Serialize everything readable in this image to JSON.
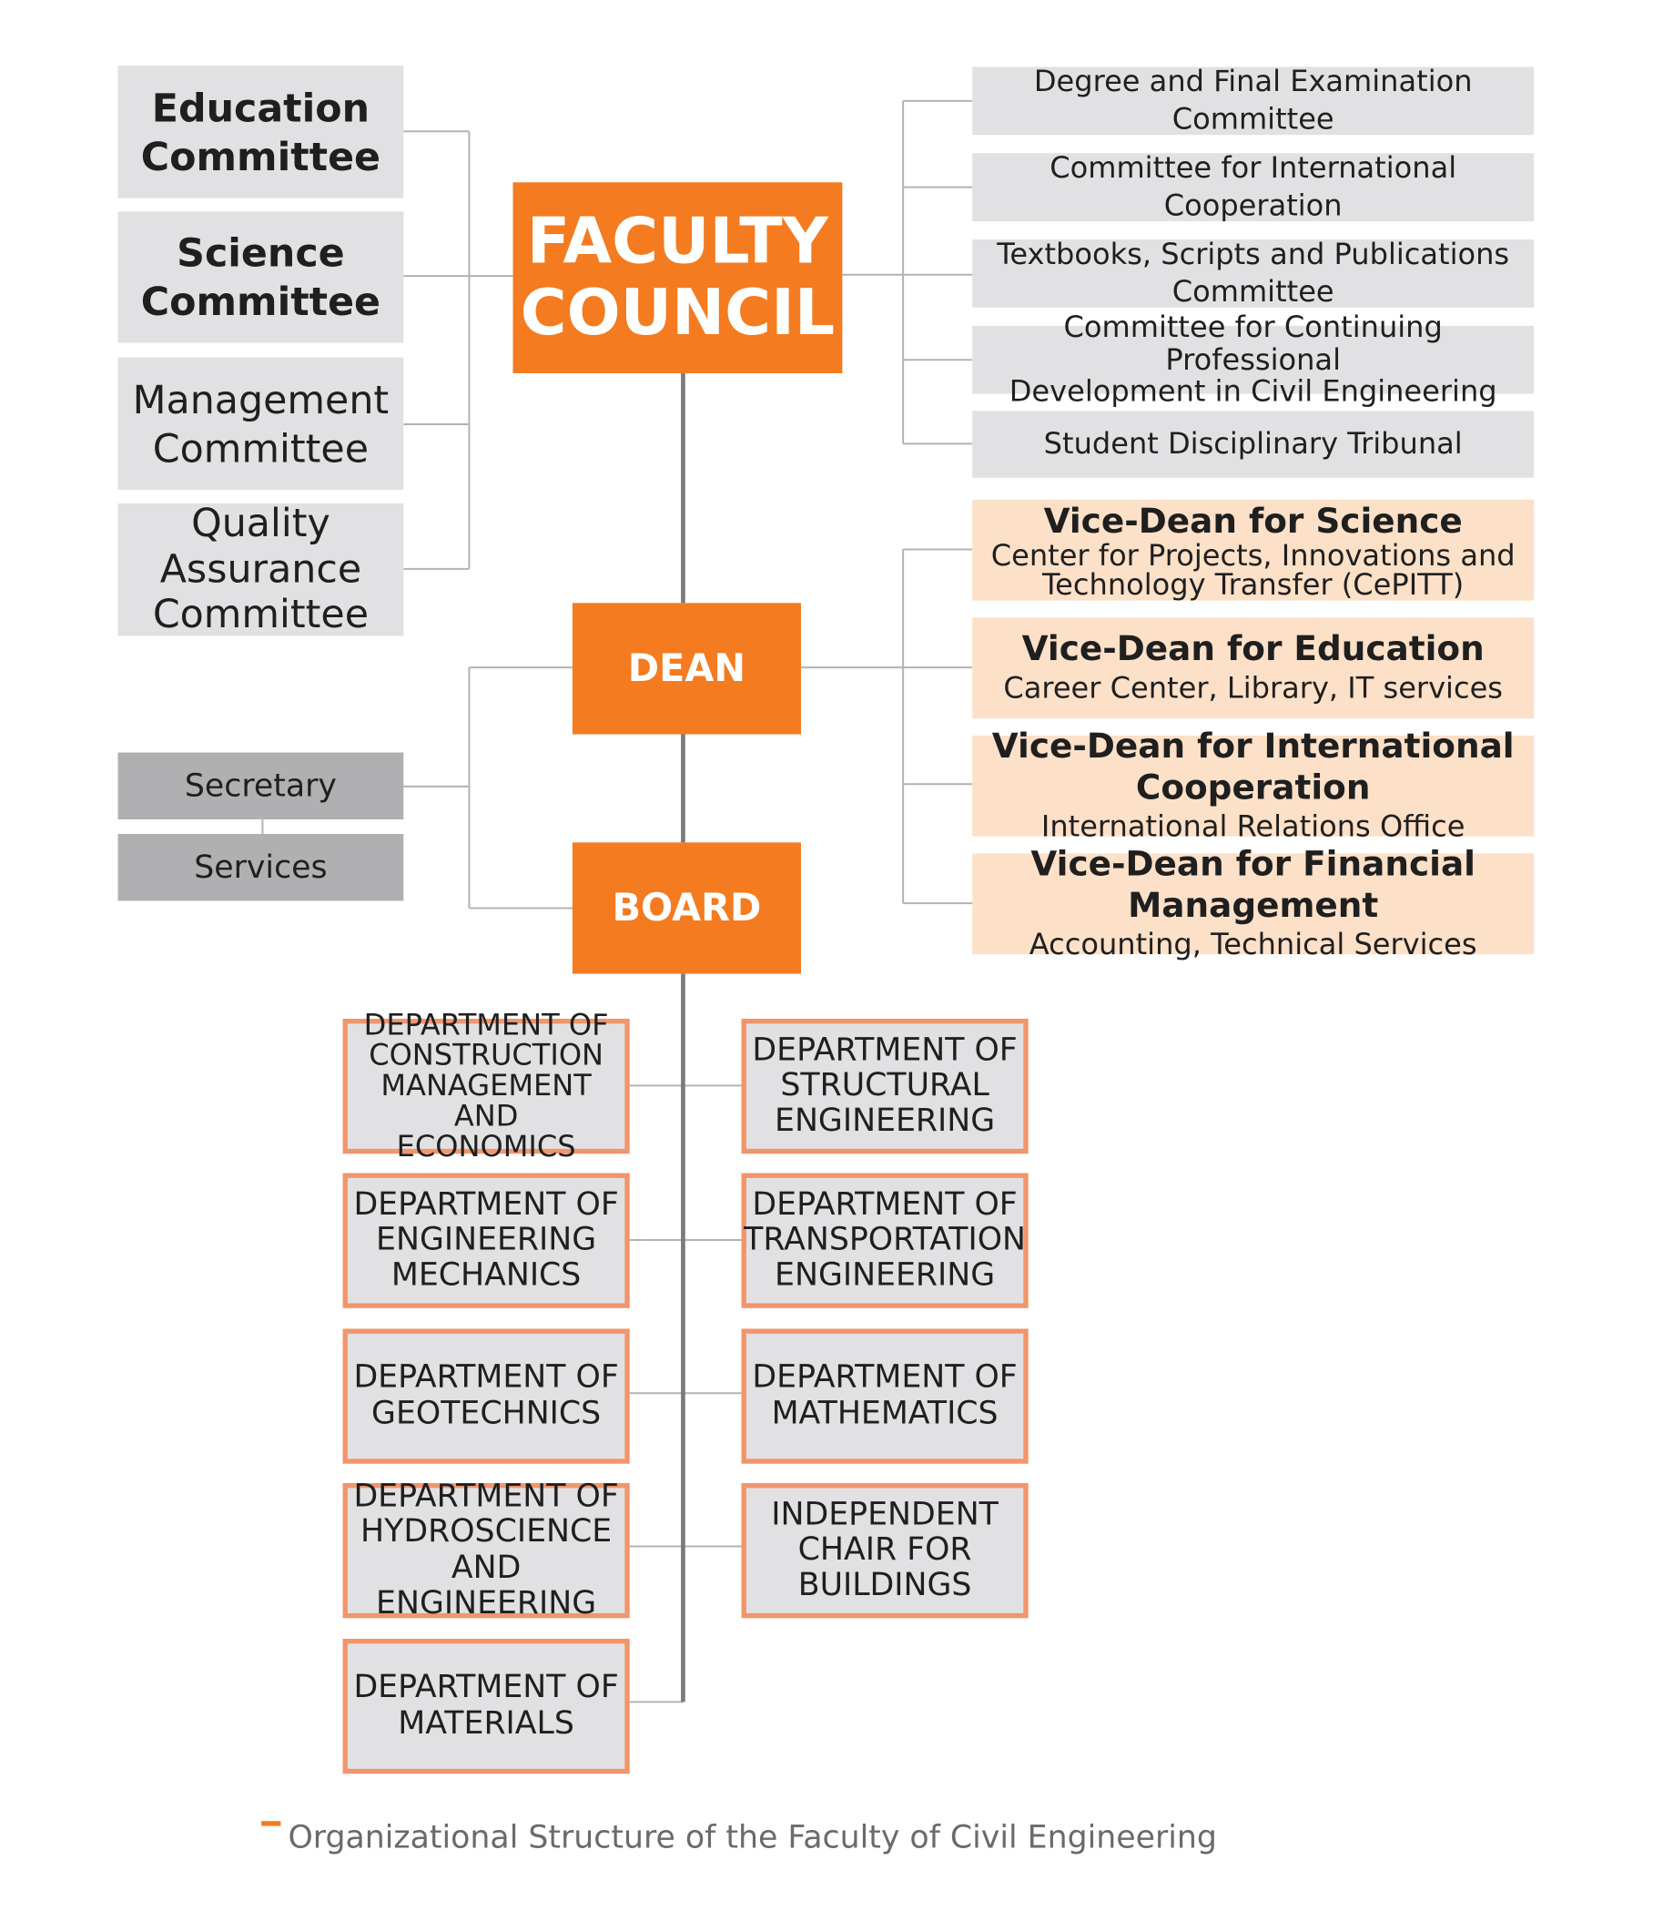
{
  "faculty_council": "FACULTY\nCOUNCIL",
  "dean": "DEAN",
  "board": "BOARD",
  "left_committees": [
    "Education\nCommittee",
    "Science\nCommittee",
    "Management\nCommittee",
    "Quality\nAssurance\nCommittee"
  ],
  "right_committees": [
    "Degree and Final Examination Committee",
    "Committee for International Cooperation",
    "Textbooks, Scripts and Publications Committee",
    "Committee for Continuing Professional\nDevelopment in Civil Engineering",
    "Student Disciplinary Tribunal"
  ],
  "secretary": "Secretary",
  "services": "Services",
  "vice_deans": [
    {
      "title": "Vice-Dean for Science",
      "sub": "Center for Projects, Innovations and\nTechnology Transfer (CePITT)"
    },
    {
      "title": "Vice-Dean for Education",
      "sub": "Career Center, Library, IT services"
    },
    {
      "title": "Vice-Dean for International Cooperation",
      "sub": "International Relations Office"
    },
    {
      "title": "Vice-Dean for Financial Management",
      "sub": "Accounting, Technical Services"
    }
  ],
  "departments_left": [
    "DEPARTMENT OF\nCONSTRUCTION\nMANAGEMENT AND\nECONOMICS",
    "DEPARTMENT OF\nENGINEERING\nMECHANICS",
    "DEPARTMENT OF\nGEOTECHNICS",
    "DEPARTMENT OF\nHYDROSCIENCE AND\nENGINEERING",
    "DEPARTMENT OF\nMATERIALS"
  ],
  "departments_right": [
    "DEPARTMENT OF\nSTRUCTURAL\nENGINEERING",
    "DEPARTMENT OF\nTRANSPORTATION\nENGINEERING",
    "DEPARTMENT OF\nMATHEMATICS",
    "INDEPENDENT\nCHAIR FOR\nBUILDINGS"
  ],
  "caption": "Organizational Structure of the Faculty of Civil Engineering",
  "colors": {
    "orange": "#f47b20",
    "peach": "#fde0c8",
    "gray": "#e1e1e3",
    "dark_gray": "#b0b0b2",
    "dept_border": "#f2956a"
  }
}
